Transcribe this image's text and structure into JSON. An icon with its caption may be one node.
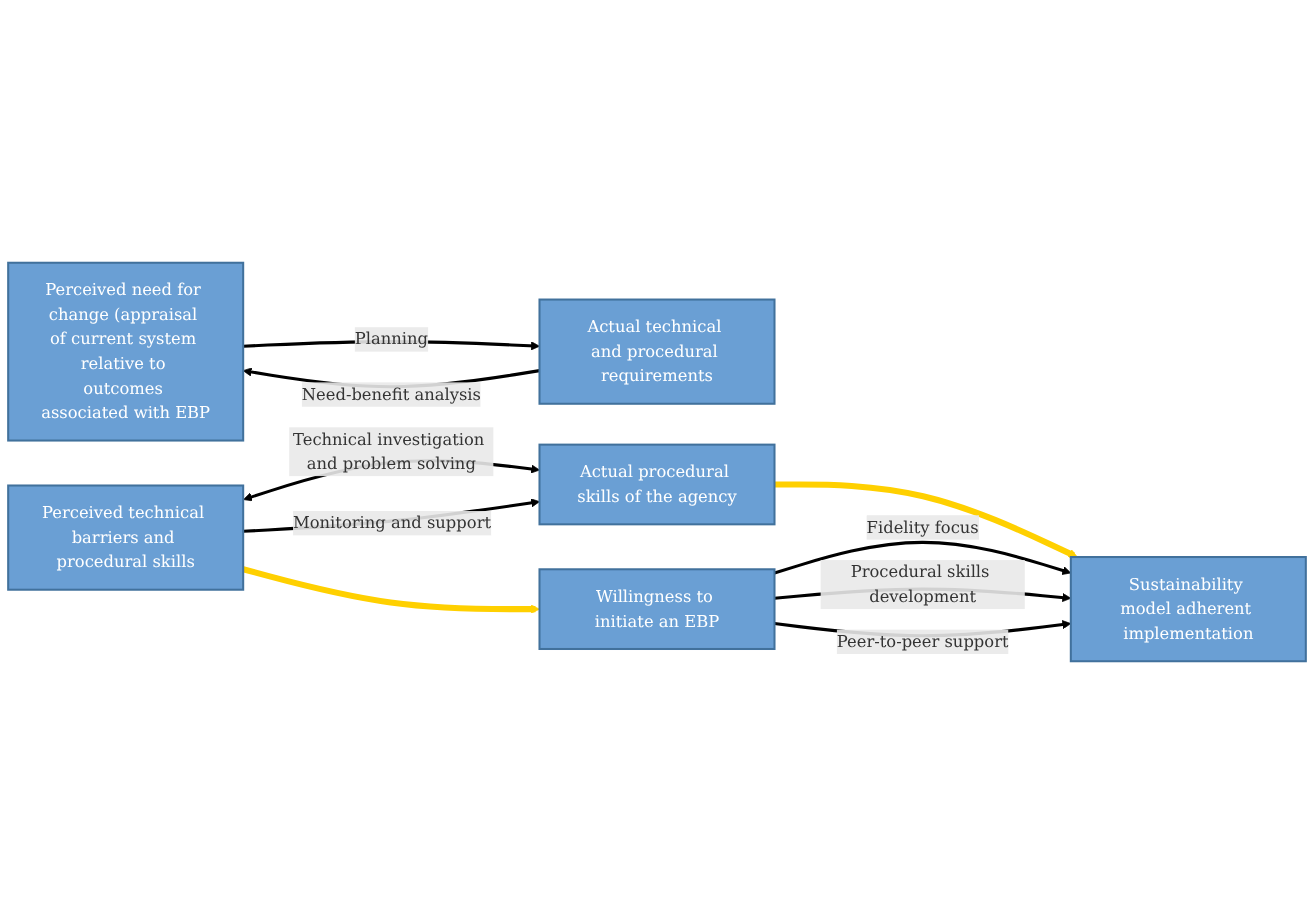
{
  "diagram": {
    "nodes": [
      {
        "text": [
          "Perceived need for change (appraisal of current system relative to outcomes associated with EBP"
        ]
      },
      {
        "text": [
          "Actual technical and procedural requirements"
        ]
      },
      {
        "text": [
          "Perceived technical barriers and procedural skills"
        ]
      },
      {
        "text": [
          "Actual procedural skills of the agency"
        ]
      },
      {
        "text": [
          "Willingness to initiate an EBP"
        ]
      },
      {
        "text": [
          "Sustainability model adherent implementation"
        ]
      }
    ],
    "edges": [
      {
        "from": 1,
        "to": 0,
        "arrow": "to",
        "label": "Need-benefit analysis"
      },
      {
        "from": 0,
        "to": 1,
        "arrow": "to",
        "label": "Planning"
      },
      {
        "from": 2,
        "to": 3,
        "arrow": "both",
        "label": "Technical investigation and problem solving"
      },
      {
        "from": 2,
        "to": 3,
        "arrow": "to",
        "label": "Monitoring and support"
      },
      {
        "from": 2,
        "to": 4,
        "arrow": "to",
        "style": "thick",
        "color": "#ffd000"
      },
      {
        "from": 3,
        "to": 5,
        "arrow": "to",
        "style": "thick",
        "color": "#ffd000"
      },
      {
        "from": 4,
        "to": 5,
        "arrow": "to",
        "label": "Fidelity focus"
      },
      {
        "from": 4,
        "to": 5,
        "arrow": "to",
        "label": "Procedural skills development"
      },
      {
        "from": 4,
        "to": 5,
        "arrow": "to",
        "label": "Peer-to-peer support"
      }
    ]
  }
}
